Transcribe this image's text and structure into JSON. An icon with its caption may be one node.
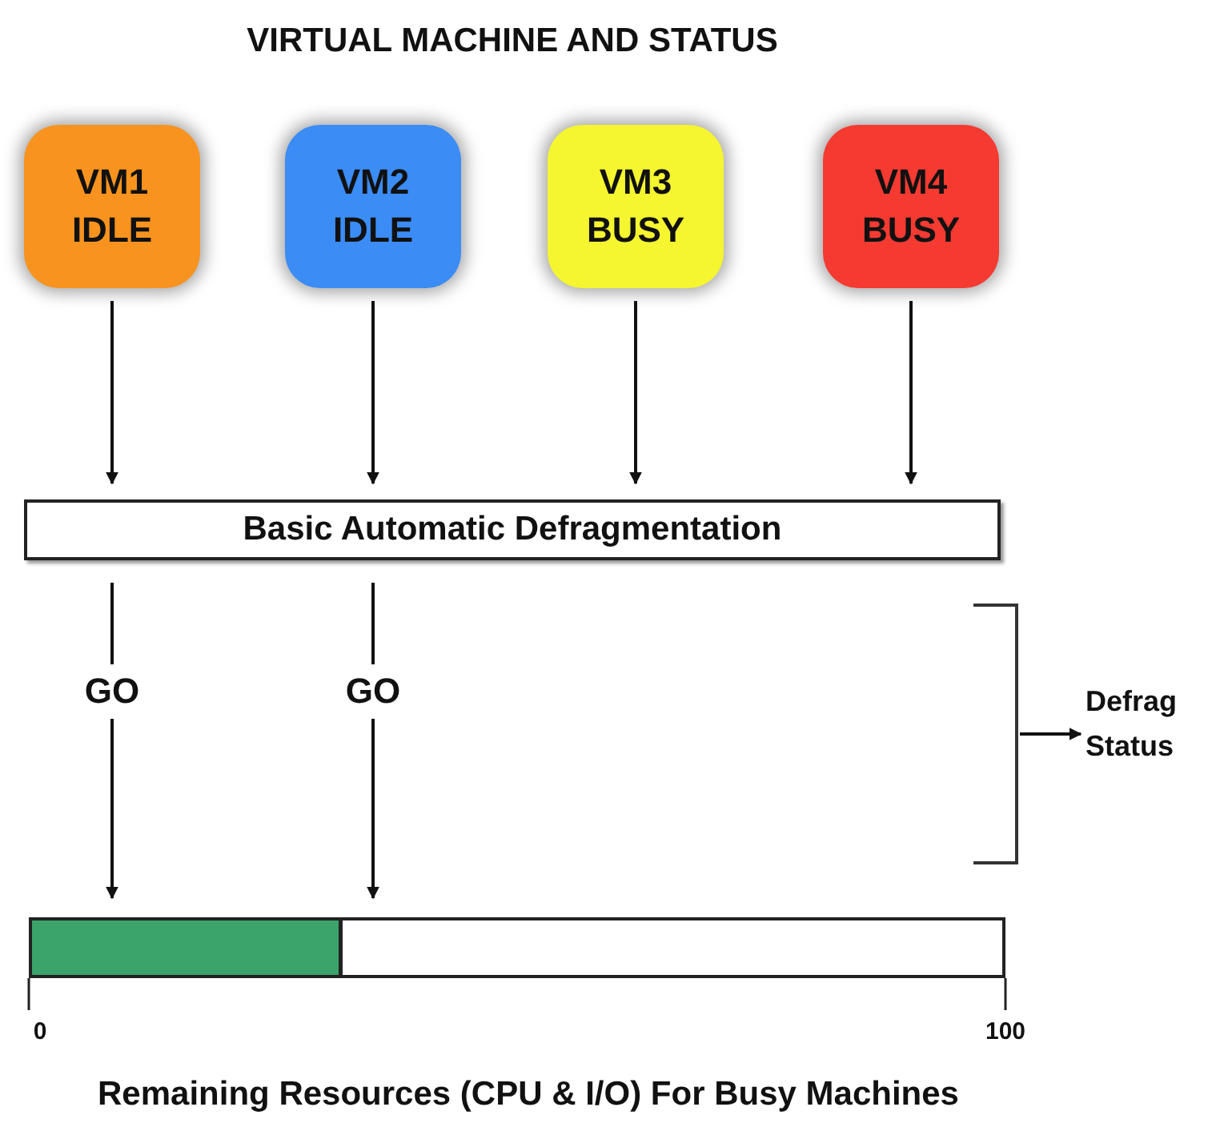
{
  "diagram": {
    "title": "VIRTUAL MACHINE AND STATUS",
    "nodes": [
      {
        "text": [
          "VM1",
          "IDLE"
        ]
      },
      {
        "text": [
          "VM2",
          "IDLE"
        ]
      },
      {
        "text": [
          "VM3",
          "BUSY"
        ]
      },
      {
        "text": [
          "VM4",
          "BUSY"
        ]
      },
      {
        "text": [
          "Basic Automatic Defragmentation"
        ]
      },
      {
        "text": [],
        "shape": "bar"
      },
      {
        "text": [
          "Defrag Status"
        ]
      },
      {
        "text": [],
        "shape": "bracket"
      }
    ],
    "edges": [
      {
        "from": 0,
        "to": 4,
        "arrow": "to"
      },
      {
        "from": 1,
        "to": 4,
        "arrow": "to"
      },
      {
        "from": 2,
        "to": 4,
        "arrow": "to"
      },
      {
        "from": 3,
        "to": 4,
        "arrow": "to"
      },
      {
        "from": 4,
        "to": 5,
        "arrow": "to",
        "label": "GO"
      },
      {
        "from": 4,
        "to": 5,
        "arrow": "to",
        "label": "GO"
      },
      {
        "from": 7,
        "to": 6,
        "arrow": "to"
      }
    ],
    "labels": [
      "0",
      "100",
      "Remaining Resources (CPU & I/O) For Busy Machines"
    ]
  }
}
